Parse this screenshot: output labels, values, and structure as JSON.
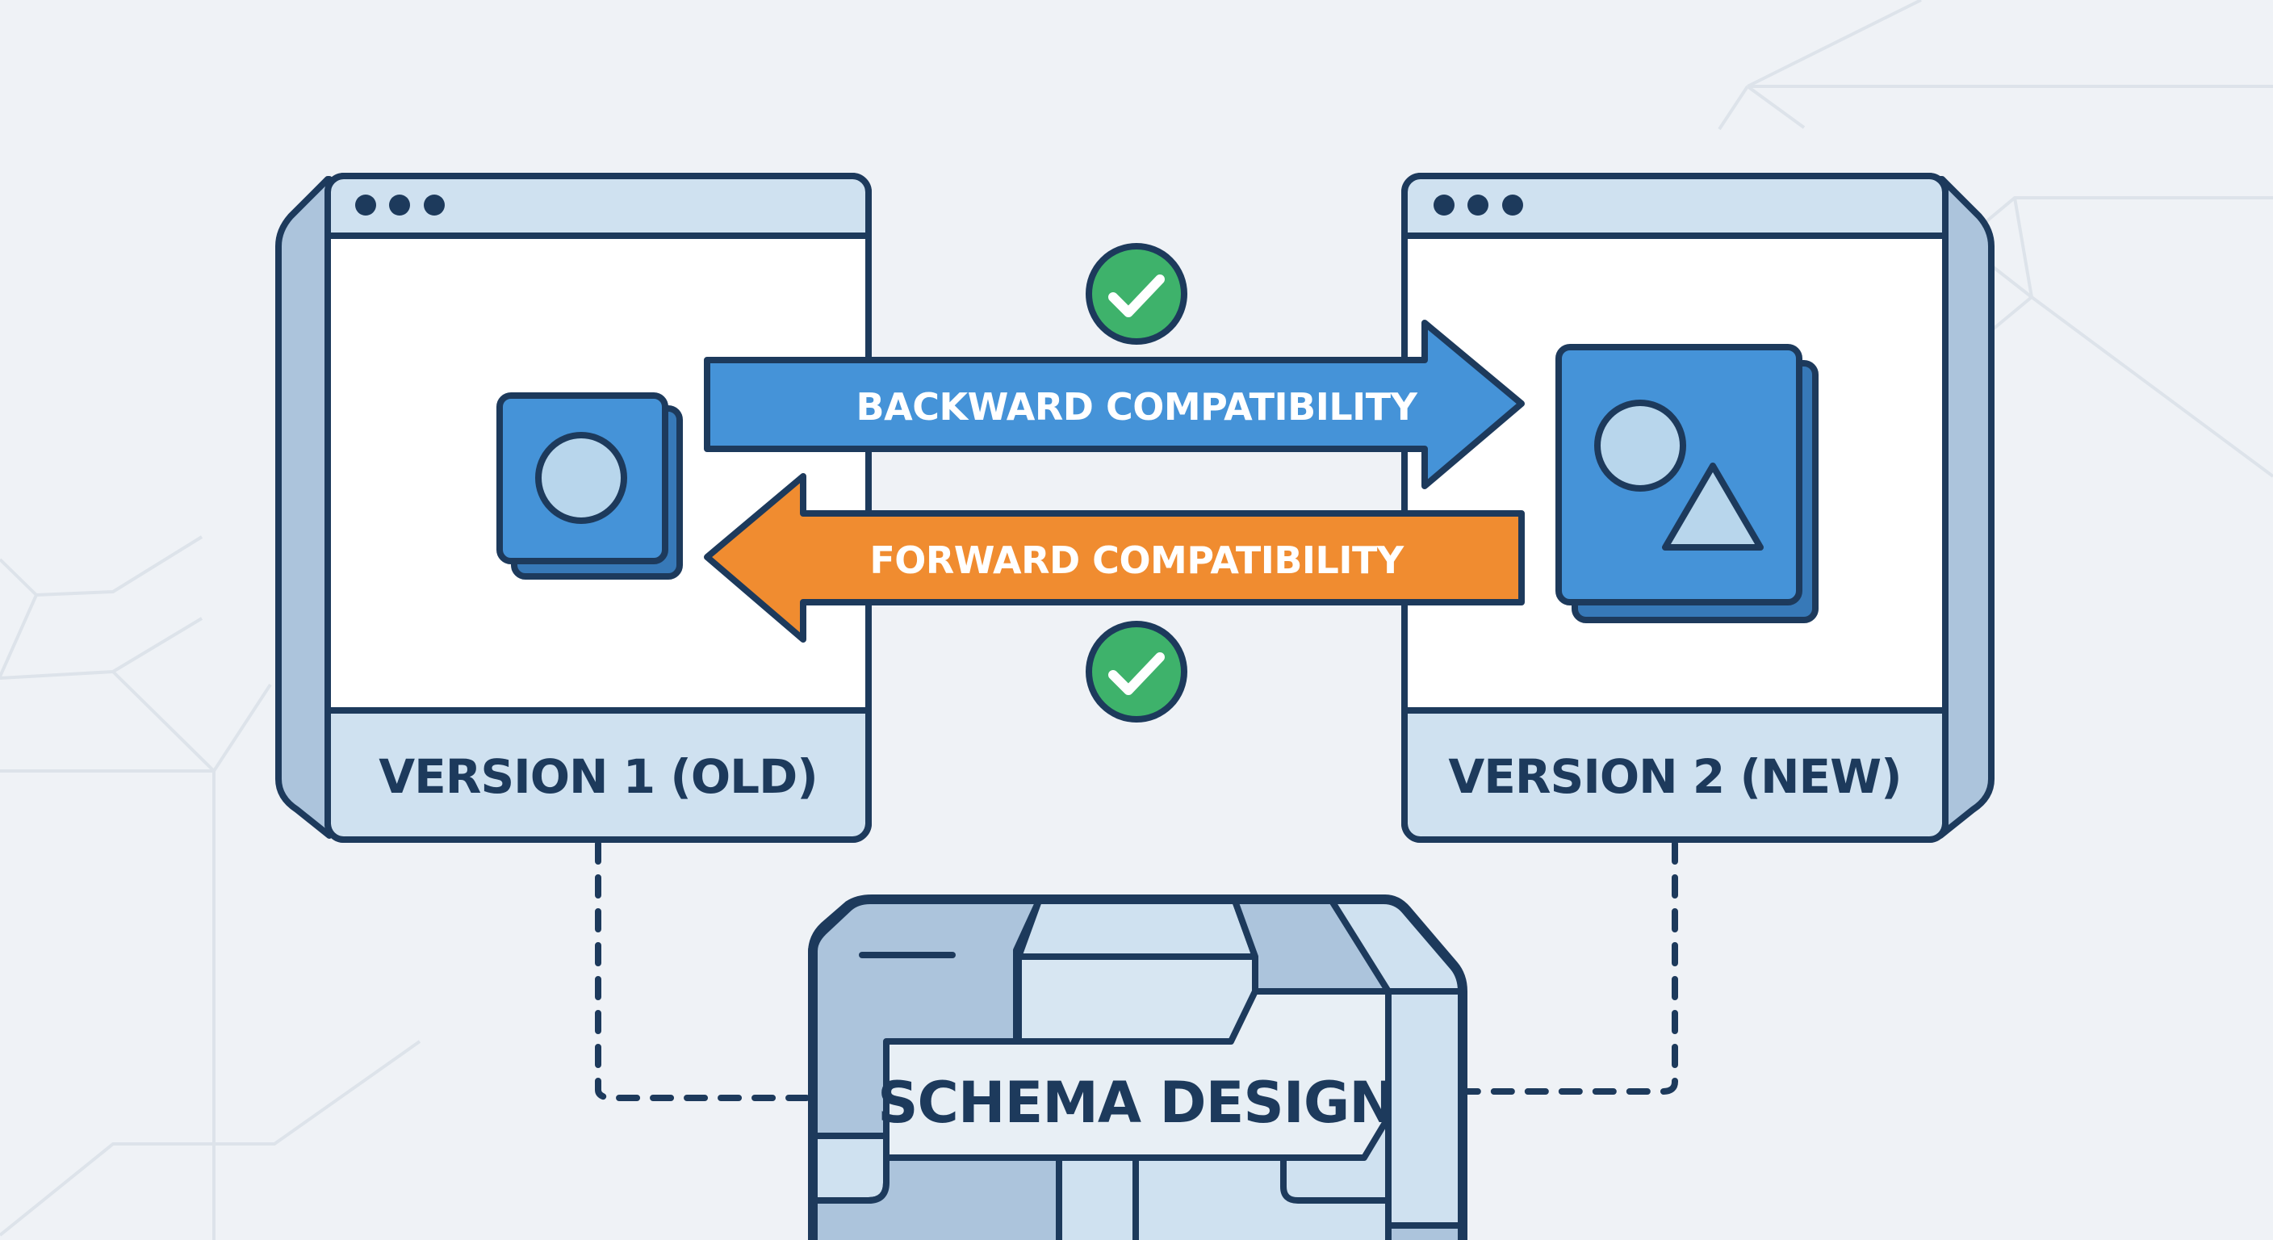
{
  "title": "Schema Design Compatibility",
  "colors": {
    "background": "#eff2f6",
    "outline": "#1d3a5c",
    "panel_light": "#cfe1f0",
    "panel_mid": "#acc4dc",
    "window_body": "#ffffff",
    "blue": "#4593d8",
    "blue_dark": "#3779b8",
    "shape_fill": "#b8d6ec",
    "orange": "#f08c30",
    "green": "#3eb26b",
    "grid_lines": "#dde3ea"
  },
  "windows": [
    {
      "id": "v1",
      "label": "VERSION 1 (OLD)",
      "icon": "circle-document-icon",
      "controls": [
        "dot",
        "dot",
        "dot"
      ]
    },
    {
      "id": "v2",
      "label": "VERSION 2 (NEW)",
      "icon": "circle-triangle-document-icon",
      "controls": [
        "dot",
        "dot",
        "dot"
      ]
    }
  ],
  "arrows": [
    {
      "label": "BACKWARD COMPATIBILITY",
      "direction": "right",
      "color": "#4593d8"
    },
    {
      "label": "FORWARD COMPATIBILITY",
      "direction": "left",
      "color": "#f08c30"
    }
  ],
  "checks": [
    {
      "status": "ok",
      "icon": "check-circle-icon"
    },
    {
      "status": "ok",
      "icon": "check-circle-icon"
    }
  ],
  "schema": {
    "label": "SCHEMA DESIGN"
  },
  "connectors": {
    "style": "dashed"
  }
}
